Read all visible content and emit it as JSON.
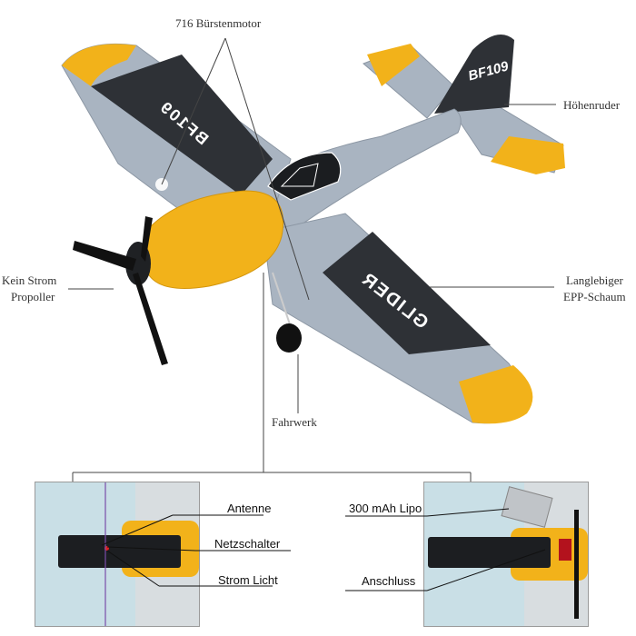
{
  "callouts": {
    "motor": "716 Bürstenmotor",
    "elevator": "Höhenruder",
    "propeller_line1": "Kein Strom",
    "propeller_line2": "Propoller",
    "foam_line1": "Langlebiger",
    "foam_line2": "EPP-Schaum",
    "landing_gear": "Fahrwerk"
  },
  "markings": {
    "wing_left": "BF109",
    "wing_right": "GLIDER",
    "tail": "BF109"
  },
  "left_panel": {
    "antenna": "Antenne",
    "power_switch": "Netzschalter",
    "power_light": "Strom Licht"
  },
  "right_panel": {
    "battery": "300 mAh Lipo",
    "connector": "Anschluss"
  },
  "colors": {
    "body_grey": "#a9b4c1",
    "dark_panel": "#2e3136",
    "accent_yellow": "#f2b21a"
  }
}
